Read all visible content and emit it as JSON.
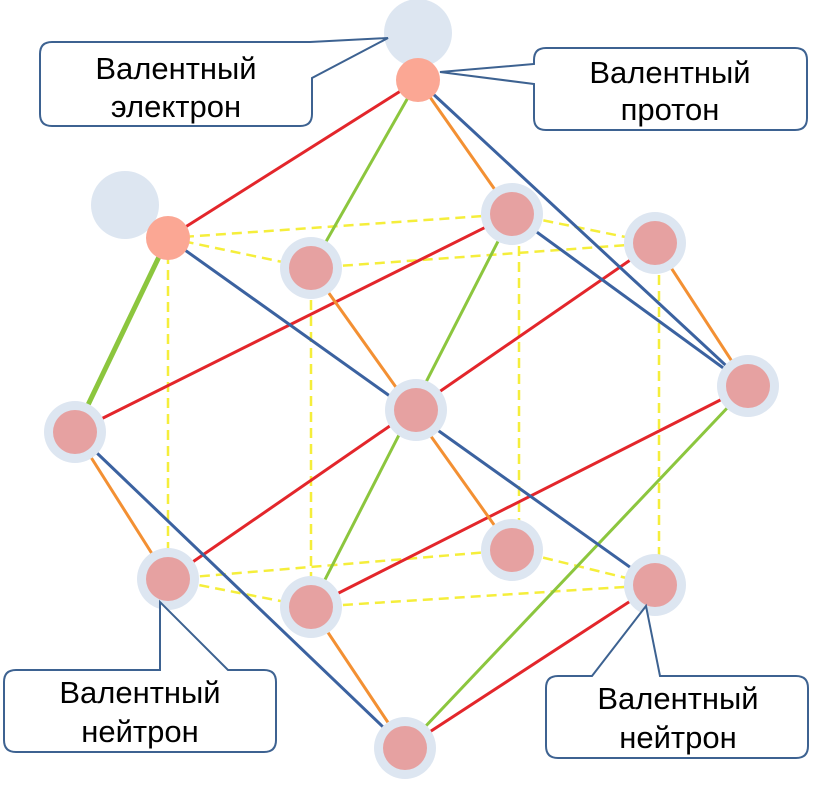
{
  "colors": {
    "red_edge": "#e3262b",
    "green_edge": "#8cc63e",
    "blue_edge": "#3b62a0",
    "orange_edge": "#f39033",
    "yellow_dashed": "#f5ee3b",
    "nucleon_fill": "#e6a1a1",
    "valence_fill": "#fba794",
    "halo": "#dde6f1",
    "callout_border": "#3d6291"
  },
  "callouts": {
    "valence_electron": {
      "line1": "Валентный",
      "line2": "электрон"
    },
    "valence_proton": {
      "line1": "Валентный",
      "line2": "протон"
    },
    "valence_neutron_left": {
      "line1": "Валентный",
      "line2": "нейтрон"
    },
    "valence_neutron_right": {
      "line1": "Валентный",
      "line2": "нейтрон"
    }
  }
}
